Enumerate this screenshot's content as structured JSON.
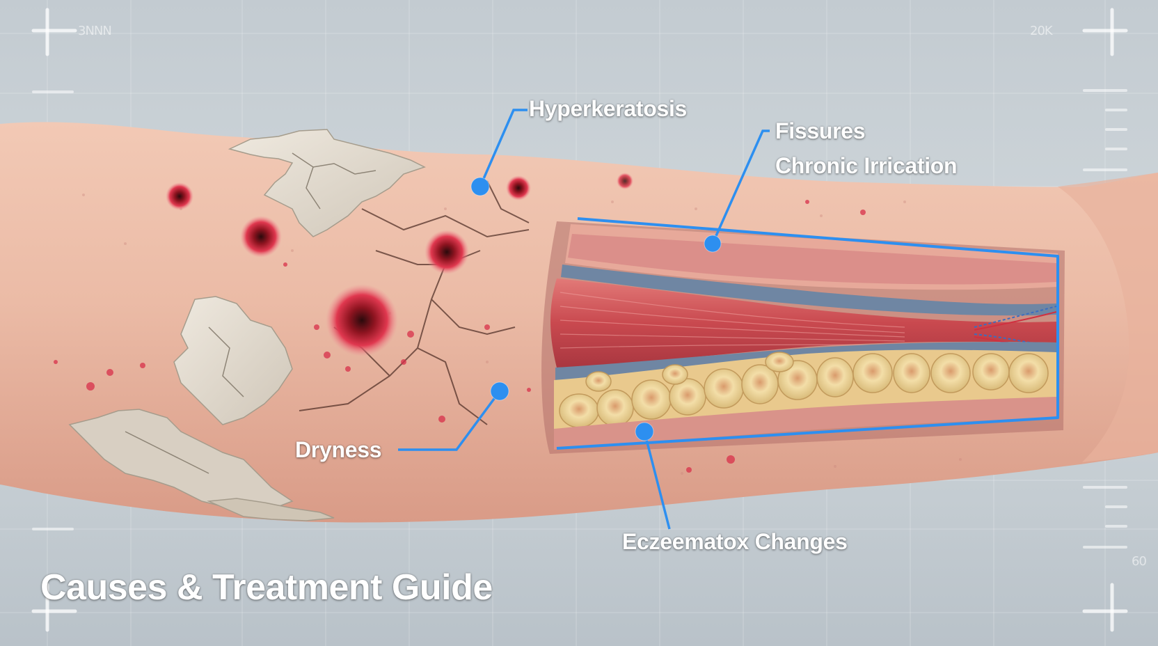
{
  "title": "Causes & Treatment Guide",
  "callouts": {
    "hyperkeratosis": "Hyperkeratosis",
    "fissures": "Fissures",
    "chronic_irritation": "Chronic Irrication",
    "dryness": "Dryness",
    "eczematous": "Eczeematox Changes"
  },
  "corner_marks": {
    "top_left": "3NNN",
    "top_right": "20K",
    "bottom_right": "60"
  },
  "colors": {
    "background": "#c5cdd3",
    "skin": "#e9b9a4",
    "callout_line": "#2d8ff0",
    "flake": "#e4ddd2",
    "lesion": "#d8304a",
    "muscle": "#c8555a",
    "vessel": "#6f86a3",
    "fat": "#eed9a2"
  }
}
